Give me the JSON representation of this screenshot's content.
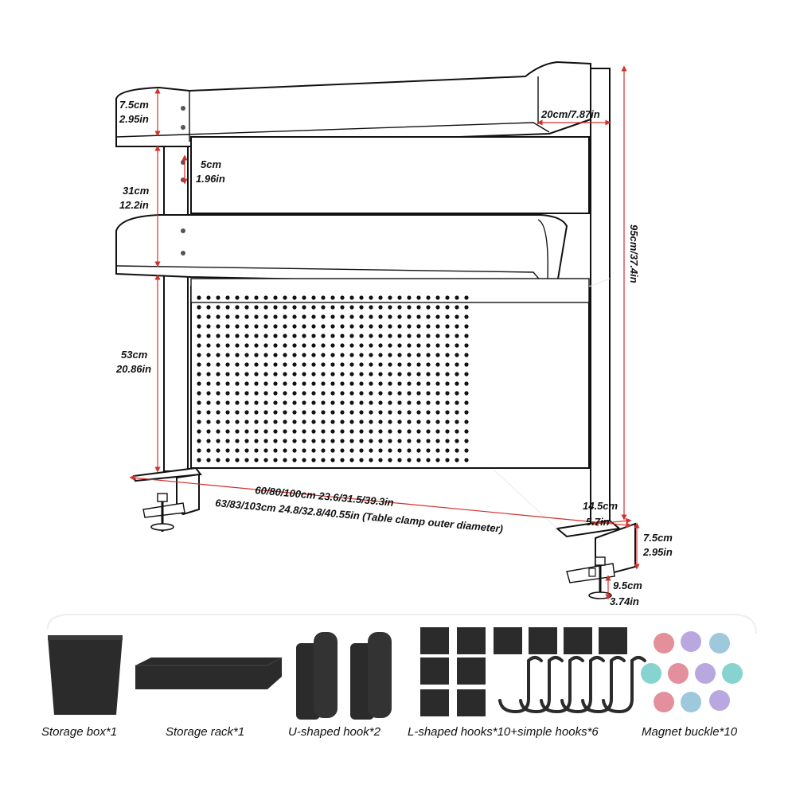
{
  "dimensions": {
    "top_shelf_height_cm": "7.5cm",
    "top_shelf_height_in": "2.95in",
    "depth_cm_in": "20cm/7.87in",
    "gap_cm": "5cm",
    "gap_in": "1.96in",
    "middle_height_cm": "31cm",
    "middle_height_in": "12.2in",
    "total_height": "95cm/37.4in",
    "lower_height_cm": "53cm",
    "lower_height_in": "20.86in",
    "width_line1": "60/80/100cm  23.6/31.5/39.3in",
    "width_line2": "63/83/103cm 24.8/32.8/40.55in (Table clamp outer diameter)",
    "foot_depth_cm": "14.5cm",
    "foot_depth_in": "5.7in",
    "clamp_height_cm": "7.5cm",
    "clamp_height_in": "2.95in",
    "clamp_opening_cm": "9.5cm",
    "clamp_opening_in": "3.74in"
  },
  "accessories": [
    {
      "label": "Storage box*1",
      "icon": "storage-box-icon"
    },
    {
      "label": "Storage rack*1",
      "icon": "storage-rack-icon"
    },
    {
      "label": "U-shaped hook*2",
      "icon": "u-hook-icon"
    },
    {
      "label": "L-shaped hooks*10+simple hooks*6",
      "icon": "l-hook-icon"
    },
    {
      "label": "Magnet buckle*10",
      "icon": "magnet-icon"
    }
  ],
  "colors": {
    "dimension_line": "#d0312d",
    "outline": "#111111",
    "accessory_dark": "#2b2b2b",
    "magnet_purple": "#b9a8e0",
    "magnet_teal": "#86d3cf",
    "magnet_pink": "#e38f9c",
    "magnet_blue": "#9ec8dc"
  }
}
